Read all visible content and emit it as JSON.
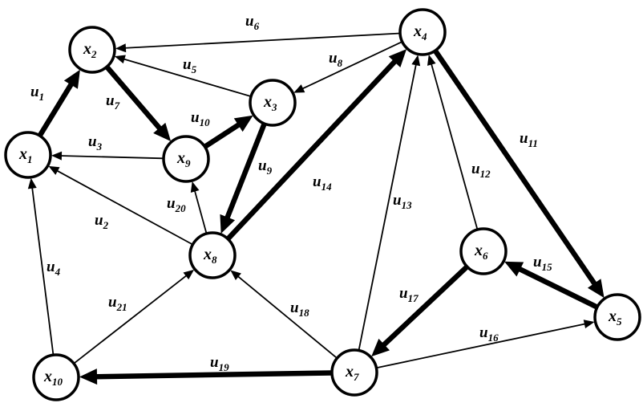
{
  "colors": {
    "stroke": "#000000",
    "node_fill": "#ffffff",
    "background": "#ffffff"
  },
  "nodes": [
    {
      "id": "x1",
      "base": "x",
      "sub": "1"
    },
    {
      "id": "x2",
      "base": "x",
      "sub": "2"
    },
    {
      "id": "x3",
      "base": "x",
      "sub": "3"
    },
    {
      "id": "x4",
      "base": "x",
      "sub": "4"
    },
    {
      "id": "x5",
      "base": "x",
      "sub": "5"
    },
    {
      "id": "x6",
      "base": "x",
      "sub": "6"
    },
    {
      "id": "x7",
      "base": "x",
      "sub": "7"
    },
    {
      "id": "x8",
      "base": "x",
      "sub": "8"
    },
    {
      "id": "x9",
      "base": "x",
      "sub": "9"
    },
    {
      "id": "x10",
      "base": "x",
      "sub": "10"
    }
  ],
  "edges": [
    {
      "id": "u1",
      "base": "u",
      "sub": "1",
      "from": "x1",
      "to": "x2",
      "bold": true
    },
    {
      "id": "u2",
      "base": "u",
      "sub": "2",
      "from": "x8",
      "to": "x1",
      "bold": false
    },
    {
      "id": "u3",
      "base": "u",
      "sub": "3",
      "from": "x9",
      "to": "x1",
      "bold": false
    },
    {
      "id": "u4",
      "base": "u",
      "sub": "4",
      "from": "x10",
      "to": "x1",
      "bold": false
    },
    {
      "id": "u5",
      "base": "u",
      "sub": "5",
      "from": "x3",
      "to": "x2",
      "bold": false
    },
    {
      "id": "u6",
      "base": "u",
      "sub": "6",
      "from": "x4",
      "to": "x2",
      "bold": false
    },
    {
      "id": "u7",
      "base": "u",
      "sub": "7",
      "from": "x2",
      "to": "x9",
      "bold": true
    },
    {
      "id": "u8",
      "base": "u",
      "sub": "8",
      "from": "x4",
      "to": "x3",
      "bold": false
    },
    {
      "id": "u9",
      "base": "u",
      "sub": "9",
      "from": "x3",
      "to": "x8",
      "bold": true
    },
    {
      "id": "u10",
      "base": "u",
      "sub": "10",
      "from": "x9",
      "to": "x3",
      "bold": true
    },
    {
      "id": "u11",
      "base": "u",
      "sub": "11",
      "from": "x4",
      "to": "x5",
      "bold": true
    },
    {
      "id": "u12",
      "base": "u",
      "sub": "12",
      "from": "x6",
      "to": "x4",
      "bold": false
    },
    {
      "id": "u13",
      "base": "u",
      "sub": "13",
      "from": "x7",
      "to": "x4",
      "bold": false
    },
    {
      "id": "u14",
      "base": "u",
      "sub": "14",
      "from": "x8",
      "to": "x4",
      "bold": true
    },
    {
      "id": "u15",
      "base": "u",
      "sub": "15",
      "from": "x5",
      "to": "x6",
      "bold": true
    },
    {
      "id": "u16",
      "base": "u",
      "sub": "16",
      "from": "x7",
      "to": "x5",
      "bold": false
    },
    {
      "id": "u17",
      "base": "u",
      "sub": "17",
      "from": "x6",
      "to": "x7",
      "bold": true
    },
    {
      "id": "u18",
      "base": "u",
      "sub": "18",
      "from": "x7",
      "to": "x8",
      "bold": false
    },
    {
      "id": "u19",
      "base": "u",
      "sub": "19",
      "from": "x7",
      "to": "x10",
      "bold": true
    },
    {
      "id": "u20",
      "base": "u",
      "sub": "20",
      "from": "x8",
      "to": "x9",
      "bold": false
    },
    {
      "id": "u21",
      "base": "u",
      "sub": "21",
      "from": "x10",
      "to": "x8",
      "bold": false
    }
  ]
}
